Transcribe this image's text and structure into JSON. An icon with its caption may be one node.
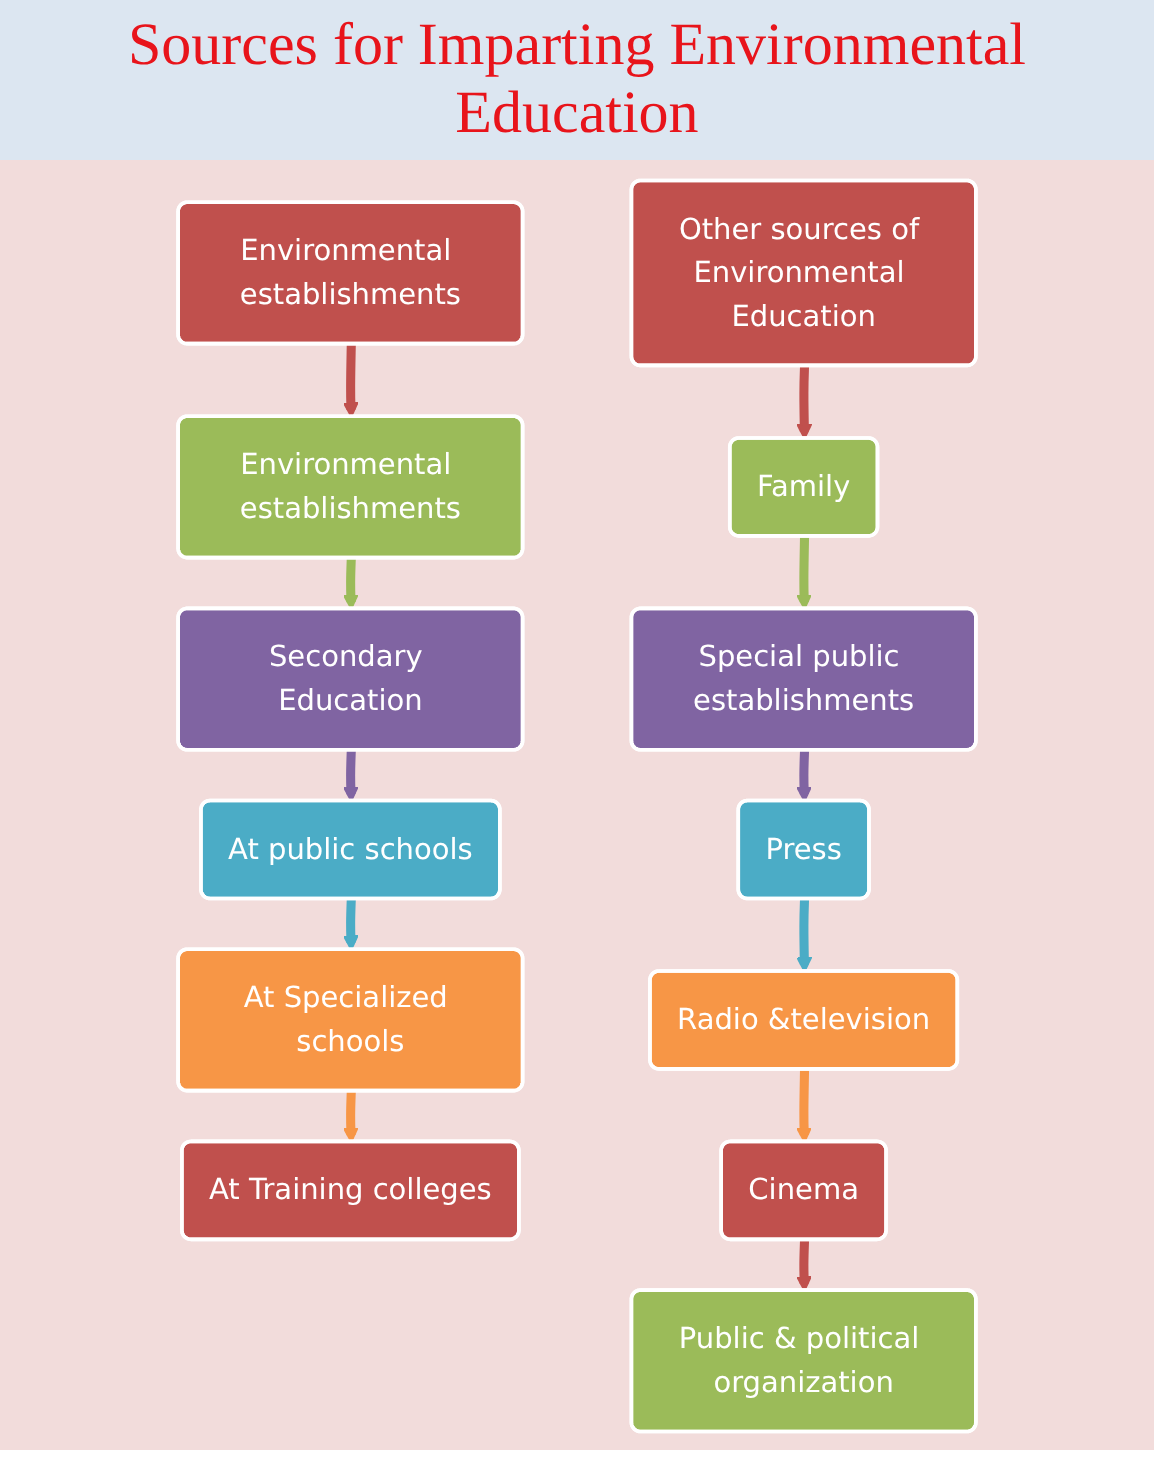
{
  "diagram": {
    "title": "Sources for Imparting Environmental Education",
    "nodes": [
      {
        "text": [
          "Environmental establishments"
        ]
      },
      {
        "text": [
          "Environmental establishments"
        ]
      },
      {
        "text": [
          "Secondary Education"
        ]
      },
      {
        "text": [
          "At public schools"
        ]
      },
      {
        "text": [
          "At Specialized schools"
        ]
      },
      {
        "text": [
          "At Training colleges"
        ]
      },
      {
        "text": [
          "Other sources of Environmental Education"
        ]
      },
      {
        "text": [
          "Family"
        ]
      },
      {
        "text": [
          "Special public establishments"
        ]
      },
      {
        "text": [
          "Press"
        ]
      },
      {
        "text": [
          "Radio &television"
        ]
      },
      {
        "text": [
          "Cinema"
        ]
      },
      {
        "text": [
          "Public & political organization"
        ]
      }
    ],
    "edges": [
      {
        "from": 0,
        "to": 1,
        "arrow": "to",
        "color": "#c0504d"
      },
      {
        "from": 1,
        "to": 2,
        "arrow": "to",
        "color": "#9bbb59"
      },
      {
        "from": 2,
        "to": 3,
        "arrow": "to",
        "color": "#8064a2"
      },
      {
        "from": 3,
        "to": 4,
        "arrow": "to",
        "color": "#4bacc6"
      },
      {
        "from": 4,
        "to": 5,
        "arrow": "to",
        "color": "#f79646"
      },
      {
        "from": 6,
        "to": 7,
        "arrow": "to",
        "color": "#c0504d"
      },
      {
        "from": 7,
        "to": 8,
        "arrow": "to",
        "color": "#9bbb59"
      },
      {
        "from": 8,
        "to": 9,
        "arrow": "to",
        "color": "#8064a2"
      },
      {
        "from": 9,
        "to": 10,
        "arrow": "to",
        "color": "#4bacc6"
      },
      {
        "from": 10,
        "to": 11,
        "arrow": "to",
        "color": "#f79646"
      },
      {
        "from": 11,
        "to": 12,
        "arrow": "to",
        "color": "#c0504d"
      }
    ]
  }
}
